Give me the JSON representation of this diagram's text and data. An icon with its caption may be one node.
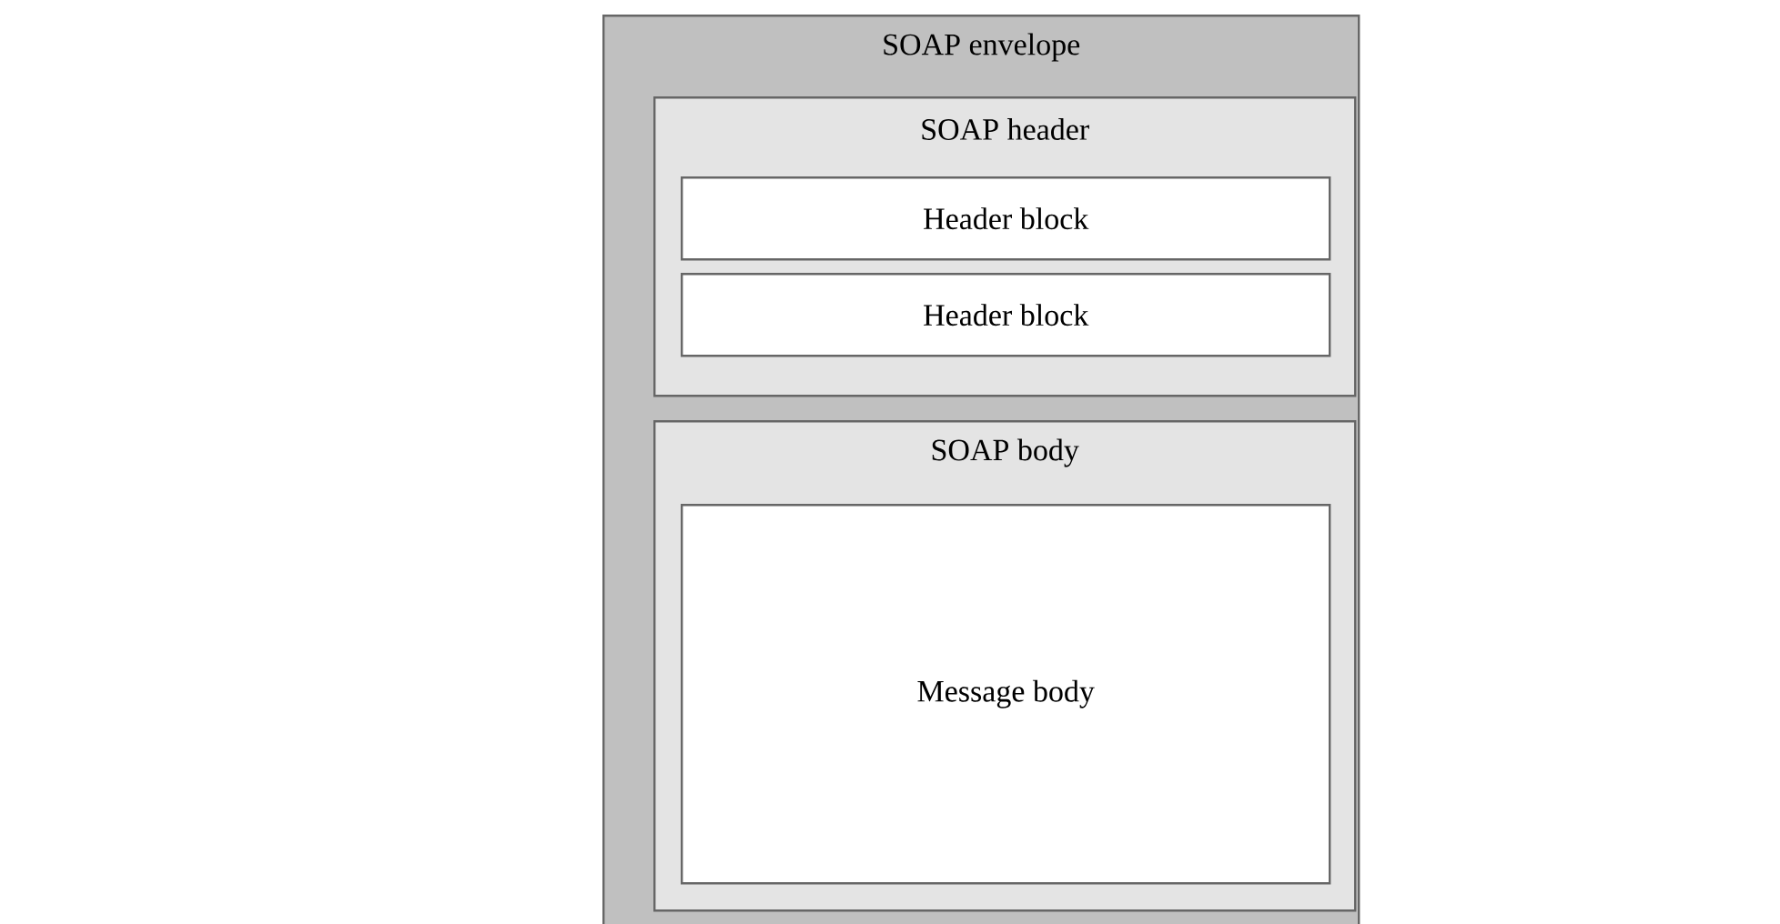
{
  "diagram": {
    "nodes": [
      {
        "text": [
          "SOAP envelope"
        ]
      },
      {
        "text": [
          "SOAP header"
        ],
        "in": 0
      },
      {
        "text": [
          "Header block"
        ],
        "in": 1
      },
      {
        "text": [
          "Header block"
        ],
        "in": 1
      },
      {
        "text": [
          "SOAP body"
        ],
        "in": 0
      },
      {
        "text": [
          "Message body"
        ],
        "in": 4
      }
    ]
  }
}
